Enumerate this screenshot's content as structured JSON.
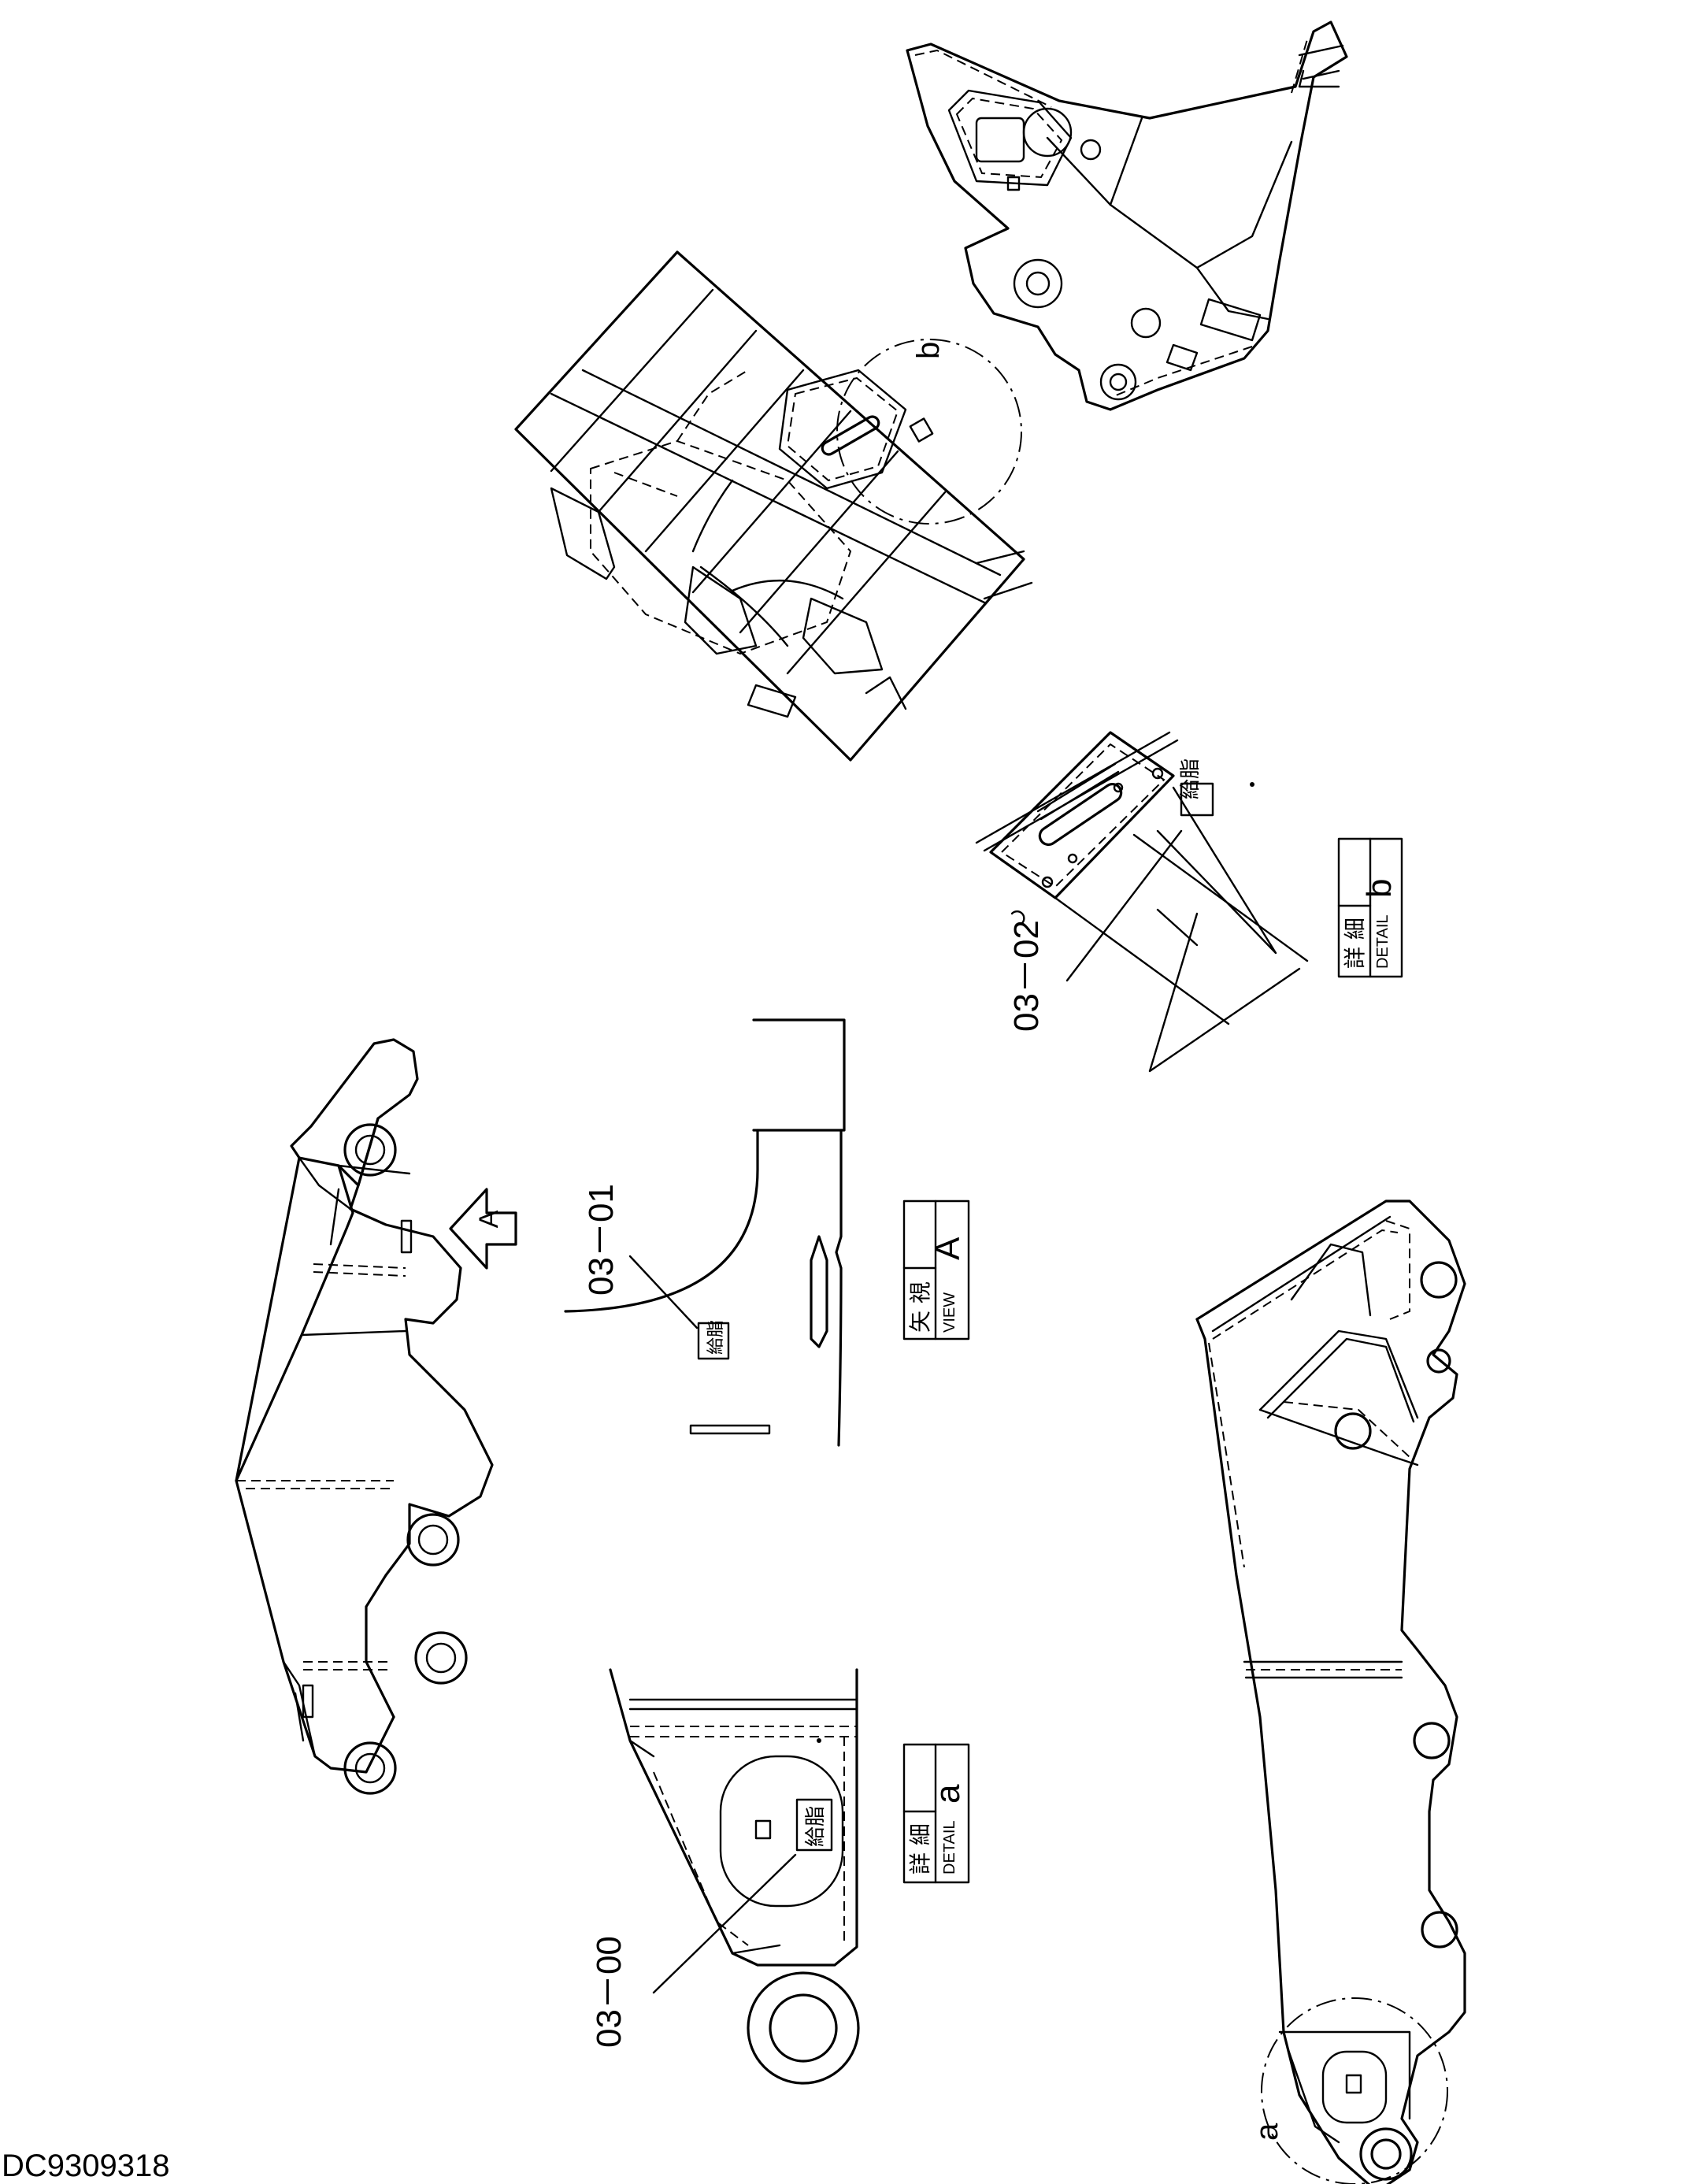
{
  "drawing_id": "DC9309318",
  "detail_a": {
    "kanji": "詳 細",
    "caption": "DETAIL",
    "letter": "a"
  },
  "detail_b": {
    "kanji": "詳 細",
    "caption": "DETAIL",
    "letter": "b"
  },
  "view_a": {
    "kanji": "矢 視",
    "caption": "VIEW",
    "letter": "A"
  },
  "callouts": {
    "part_00": "03－00",
    "part_01": "03－01",
    "part_02": "03－02"
  },
  "decal_text": "給脂",
  "circle_labels": {
    "a": "a",
    "b": "b"
  },
  "view_arrow_letter": "A"
}
